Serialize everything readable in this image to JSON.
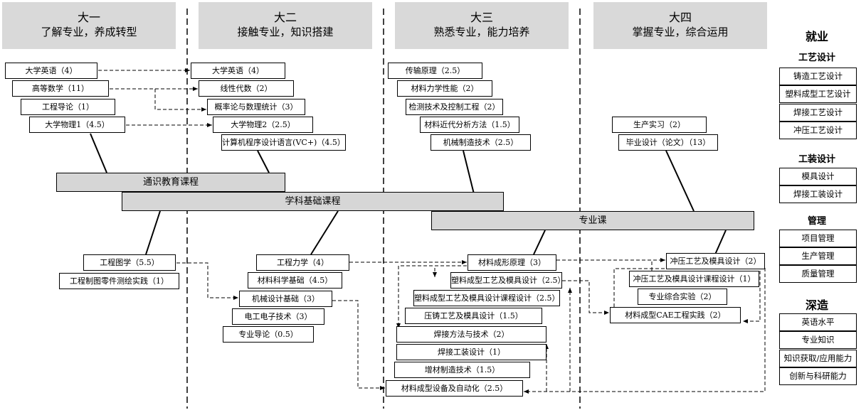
{
  "years": [
    {
      "year": "大一",
      "theme": "了解专业，养成转型"
    },
    {
      "year": "大二",
      "theme": "接触专业，知识搭建"
    },
    {
      "year": "大三",
      "theme": "熟悉专业，能力培养"
    },
    {
      "year": "大四",
      "theme": "掌握专业，综合运用"
    }
  ],
  "categories": {
    "general": "通识教育课程",
    "foundation": "学科基础课程",
    "major": "专业课"
  },
  "courses_top": {
    "y1": [
      "大学英语（4）",
      "高等数学（11）",
      "工程导论（1）",
      "大学物理1（4.5）"
    ],
    "y2": [
      "大学英语（4）",
      "线性代数（2）",
      "概率论与数理统计（3）",
      "大学物理2（2.5）",
      "计算机程序设计语言(VC+)（4.5）"
    ],
    "y3": [
      "传输原理（2.5）",
      "材料力学性能（2）",
      "检测技术及控制工程（2）",
      "材料近代分析方法（1.5）",
      "机械制造技术（2.5）"
    ],
    "y4": [
      "生产实习（2）",
      "毕业设计（论文）（13）"
    ]
  },
  "courses_bottom": {
    "y1": [
      "工程图学（5.5）",
      "工程制图零件测绘实践（1）"
    ],
    "y2": [
      "工程力学（4）",
      "材料科学基础（4.5）",
      "机械设计基础（3）",
      "电工电子技术（3）",
      "专业导论（0.5）"
    ],
    "y3": [
      "材料成形原理（3）",
      "塑料成型工艺及模具设计（2.5）",
      "塑料成型工艺及模具设计课程设计（2.5）",
      "压铸工艺及模具设计（1.5）",
      "焊接方法与技术（2）",
      "焊接工装设计（1）",
      "增材制造技术（1.5）",
      "材料成型设备及自动化（2.5）"
    ],
    "y4": [
      "冲压工艺及模具设计（2）",
      "冲压工艺及模具设计课程设计（1）",
      "专业综合实验（2）",
      "材料成型CAE工程实践（2）"
    ]
  },
  "right": {
    "employment": "就业",
    "process_design": "工艺设计",
    "process_items": [
      "铸造工艺设计",
      "塑料成型工艺设计",
      "焊接工艺设计",
      "冲压工艺设计"
    ],
    "tooling_design": "工装设计",
    "tooling_items": [
      "模具设计",
      "焊接工装设计"
    ],
    "management": "管理",
    "management_items": [
      "项目管理",
      "生产管理",
      "质量管理"
    ],
    "further_study": "深造",
    "study_items": [
      "英语水平",
      "专业知识",
      "知识获取/应用能力",
      "创新与科研能力"
    ]
  }
}
